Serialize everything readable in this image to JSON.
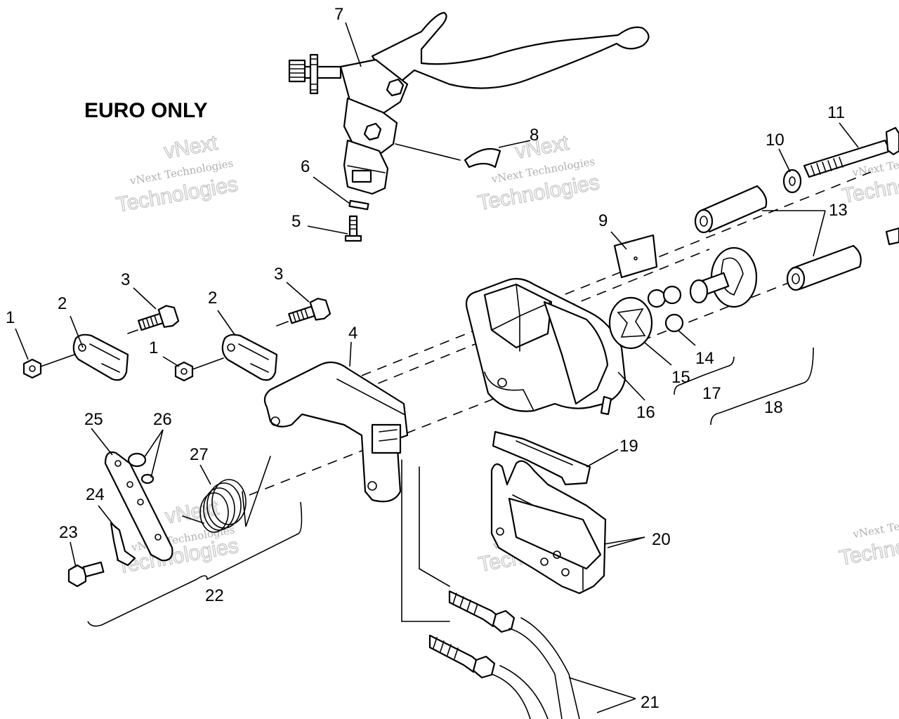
{
  "title": "EURO ONLY",
  "watermark": {
    "small": "vNext Technologies",
    "large": "Technologies",
    "top": "vNext"
  },
  "callouts": {
    "c1a": "1",
    "c1b": "1",
    "c2a": "2",
    "c2b": "2",
    "c3a": "3",
    "c3b": "3",
    "c4": "4",
    "c5": "5",
    "c6": "6",
    "c7": "7",
    "c8": "8",
    "c9": "9",
    "c10": "10",
    "c11": "11",
    "c13": "13",
    "c14": "14",
    "c15": "15",
    "c16": "16",
    "c17": "17",
    "c18": "18",
    "c19": "19",
    "c20": "20",
    "c21": "21",
    "c22": "22",
    "c23": "23",
    "c24": "24",
    "c25": "25",
    "c26": "26",
    "c27": "27"
  }
}
